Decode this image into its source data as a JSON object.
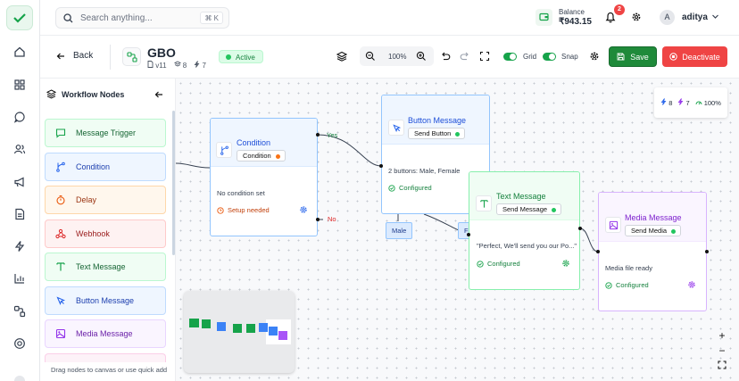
{
  "topbar": {
    "search_placeholder": "Search anything...",
    "search_shortcut": "⌘ K",
    "balance_label": "Balance",
    "balance_amount": "₹943.15",
    "notification_count": "2",
    "user_initial": "A",
    "user_name": "aditya"
  },
  "workflow": {
    "back_label": "Back",
    "name": "GBO",
    "version": "v11",
    "nodes_count": "8",
    "connections_count": "7",
    "status": "Active",
    "zoom": "100%",
    "grid_label": "Grid",
    "snap_label": "Snap",
    "save_label": "Save",
    "deactivate_label": "Deactivate"
  },
  "palette": {
    "title": "Workflow Nodes",
    "items": [
      {
        "label": "Message Trigger",
        "icon": "chat-icon",
        "color": "#15803d"
      },
      {
        "label": "Condition",
        "icon": "branch-icon",
        "color": "#1d4ed8"
      },
      {
        "label": "Delay",
        "icon": "timer-icon",
        "color": "#c2410c"
      },
      {
        "label": "Webhook",
        "icon": "webhook-icon",
        "color": "#b91c1c"
      },
      {
        "label": "Text Message",
        "icon": "text-icon",
        "color": "#15803d"
      },
      {
        "label": "Button Message",
        "icon": "cursor-icon",
        "color": "#1d4ed8"
      },
      {
        "label": "Media Message",
        "icon": "image-icon",
        "color": "#7e22ce"
      }
    ],
    "footer": "Drag nodes to canvas or use quick add"
  },
  "canvas": {
    "nodes": {
      "condition": {
        "title": "Condition",
        "tag": "Condition",
        "body": "No condition set",
        "status": "Setup needed"
      },
      "button": {
        "title": "Button Message",
        "tag": "Send Button",
        "body": "2 buttons: Male, Female",
        "status": "Configured"
      },
      "text": {
        "title": "Text Message",
        "tag": "Send Message",
        "body": "\"Perfect, We'll send you our Po...\"",
        "status": "Configured"
      },
      "media": {
        "title": "Media Message",
        "tag": "Send Media",
        "body": "Media file ready",
        "status": "Configured"
      }
    },
    "edge_yes": "Yes",
    "edge_no": "No",
    "chip_male": "Male",
    "chip_female": "F",
    "stats": {
      "nodes": "8",
      "connections": "7",
      "health": "100%"
    }
  }
}
